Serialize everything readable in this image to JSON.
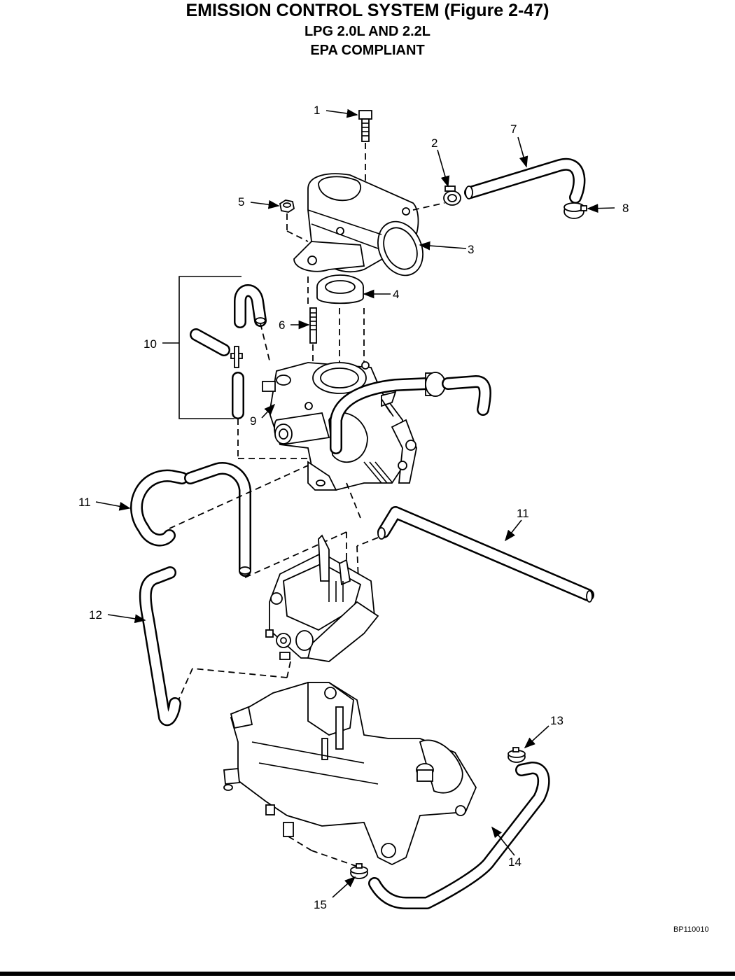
{
  "header": {
    "title": "EMISSION CONTROL SYSTEM (Figure 2-47)",
    "subtitle1": "LPG 2.0L AND 2.2L",
    "subtitle2": "EPA COMPLIANT"
  },
  "callouts": {
    "c1": "1",
    "c2": "2",
    "c3": "3",
    "c4": "4",
    "c5": "5",
    "c6": "6",
    "c7": "7",
    "c8": "8",
    "c9": "9",
    "c10": "10",
    "c11a": "11",
    "c11b": "11",
    "c12": "12",
    "c13": "13",
    "c14": "14",
    "c15": "15"
  },
  "figure_code": "BP110010"
}
